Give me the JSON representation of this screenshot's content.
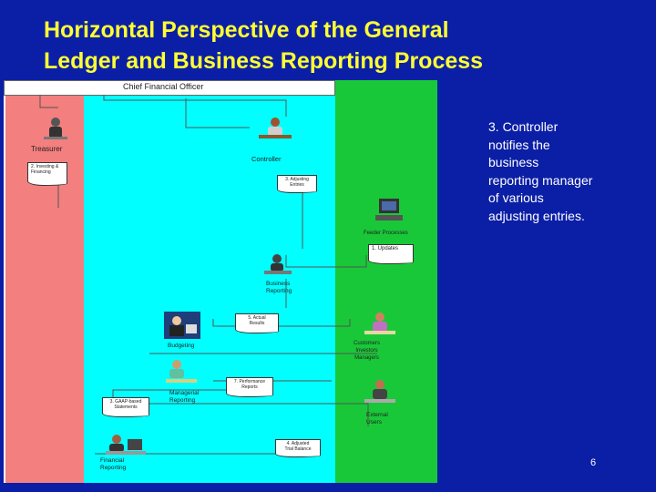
{
  "slide": {
    "title_line1": "Horizontal Perspective of the General",
    "title_line2": "Ledger and Business Reporting Process",
    "callout": "3. Controller\nnotifies the\nbusiness\nreporting manager\nof various\nadjusting entries.",
    "page_number": "6"
  },
  "diagram": {
    "cfo": "Chief Financial Officer",
    "treasurer": "Treasurer",
    "controller": "Controller",
    "budgeting": "Budgeting",
    "managerial": "Managerial\nReporting",
    "financial": "Financial\nReporting",
    "business_reporting": "Business\nReporting",
    "feeder": "Feeder Processes",
    "customers": "Customers\nInvestors\nManagers",
    "external": "External\nUsers",
    "docs": {
      "investing": "2. Investing &\nFinancing",
      "adjusting": "3. Adjusting\nEntries",
      "updates": "1. Updates",
      "actual": "5. Actual\nResults",
      "performance": "7. Performance\nReports",
      "gaap": "3. GAAP-based\nStatements",
      "adjusted": "4. Adjusted\nTrial Balance"
    }
  },
  "colors": {
    "background": "#0b1fa6",
    "title": "#ffff33",
    "lane_treasurer": "#f47f7f",
    "lane_controller": "#00ffff",
    "lane_external": "#19c838"
  }
}
